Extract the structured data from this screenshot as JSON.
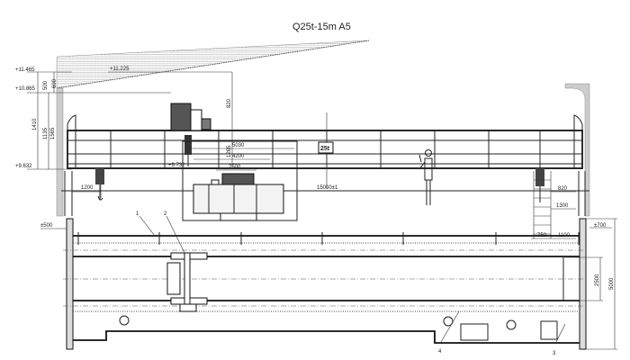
{
  "drawing": {
    "title": "Q25t-15m A5",
    "capacity_plate": "25t",
    "line_color": "#222222",
    "hatch_color": "#999999",
    "elevation": {
      "levels": [
        "+11.465",
        "+10.865",
        "+9.632",
        "+11.225",
        "+9.732"
      ],
      "vertical_dims": [
        "500",
        "600",
        "1410",
        "1135",
        "1565",
        "1265",
        "820"
      ],
      "left_hook_dim": "1200",
      "left_floor": "±500",
      "right_floor": "±700",
      "span": "15000±1",
      "inset_dims": [
        "5030",
        "4200",
        "2500"
      ],
      "right_dims": [
        "820",
        "1300",
        "750",
        "1100"
      ]
    },
    "plan": {
      "rail_gauge": "2500",
      "wheel_base": "5000",
      "part_labels": [
        "1",
        "2",
        "3",
        "4"
      ]
    }
  }
}
